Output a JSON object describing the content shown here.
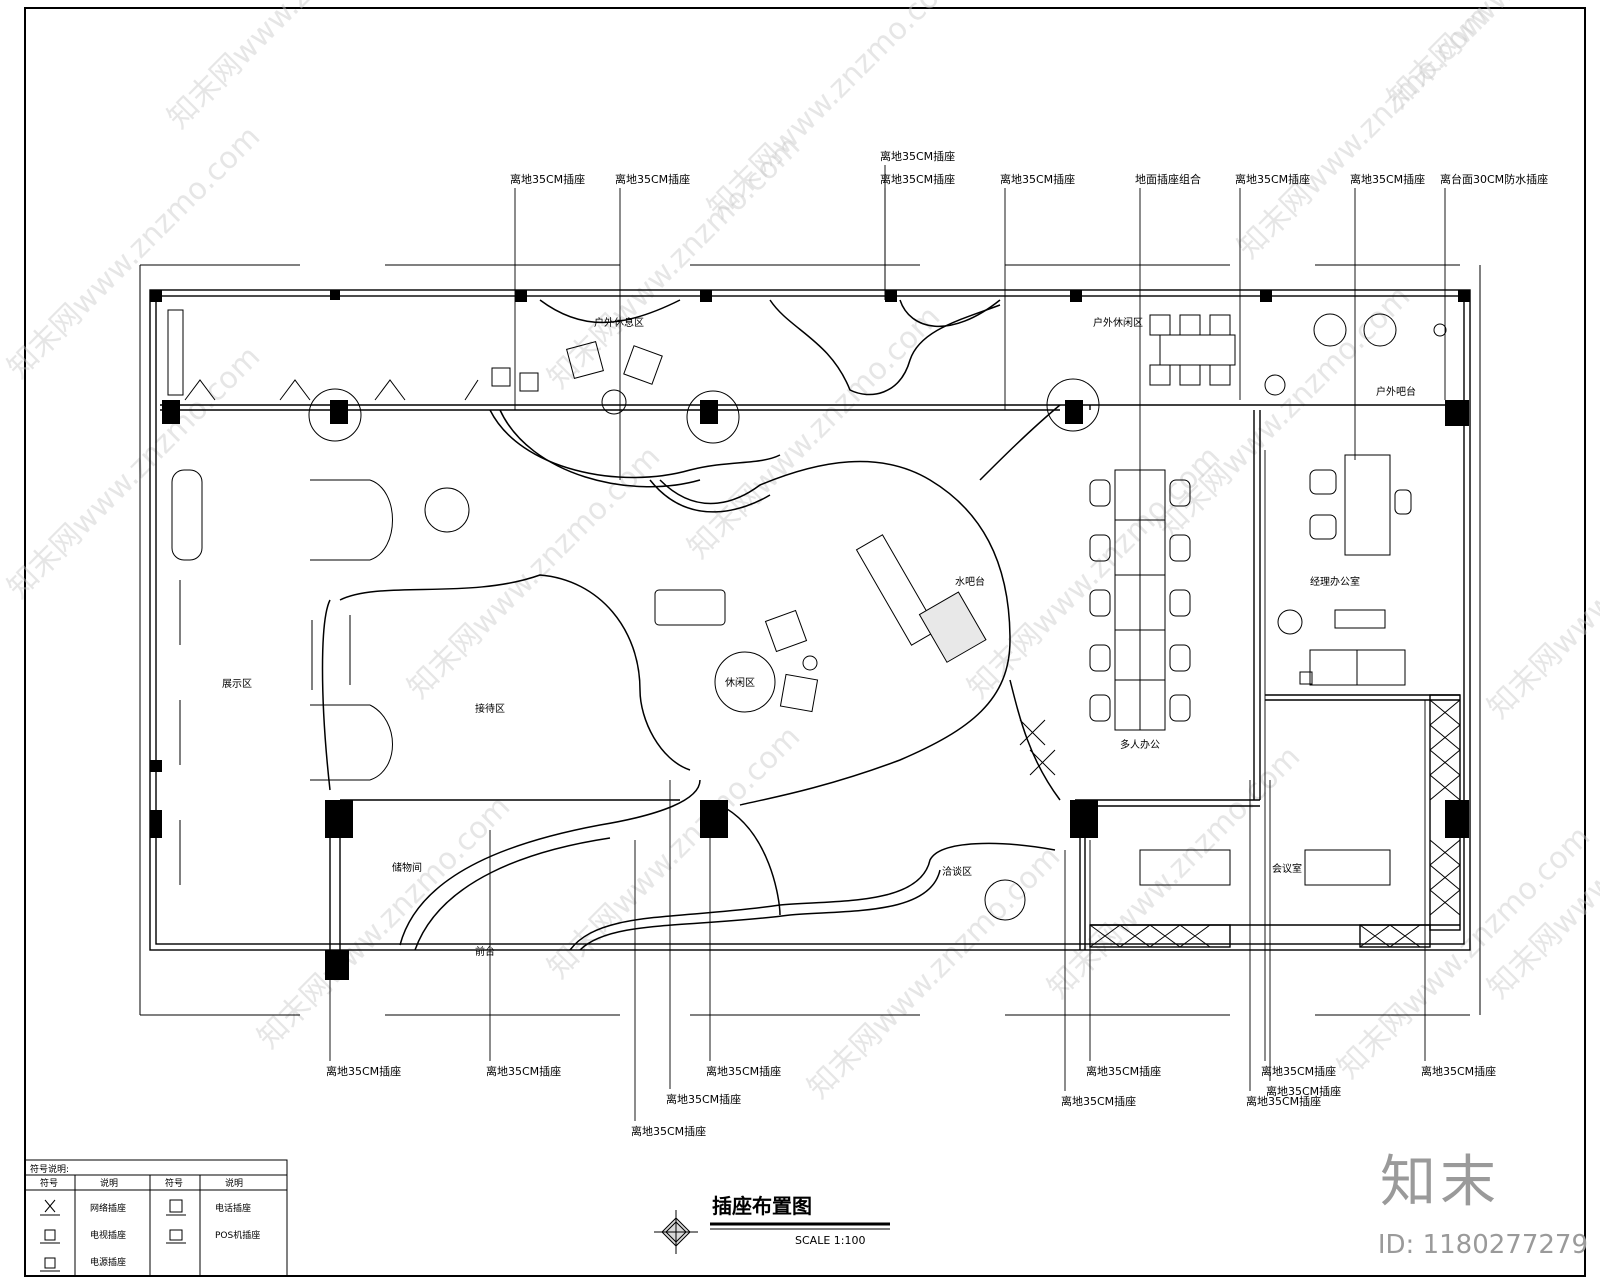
{
  "drawing": {
    "title": "插座布置图",
    "scale": "SCALE 1:100"
  },
  "callouts_top": [
    "离地35CM插座",
    "离地35CM插座",
    "离地35CM插座",
    "离地35CM插座",
    "离地35CM插座",
    "地面插座组合",
    "离地35CM插座",
    "离地35CM插座",
    "离台面30CM防水插座"
  ],
  "callouts_bottom": [
    "离地35CM插座",
    "离地35CM插座",
    "离地35CM插座",
    "离地35CM插座",
    "离地35CM插座",
    "离地35CM插座",
    "离地35CM插座",
    "离地35CM插座",
    "离地35CM插座",
    "离地35CM插座",
    "离地35CM插座"
  ],
  "rooms": [
    "户外休息区",
    "户外休闲区",
    "户外吧台",
    "展示区",
    "接待区",
    "休闲区",
    "水吧台",
    "多人办公",
    "经理办公室",
    "储物间",
    "前台",
    "洽谈区",
    "会议室"
  ],
  "legend": {
    "title": "符号说明:",
    "headers": [
      "符号",
      "说明",
      "符号",
      "说明"
    ],
    "rows": [
      [
        "网络插座",
        "电话插座"
      ],
      [
        "电视插座",
        "POS机插座"
      ],
      [
        "电源插座",
        ""
      ]
    ]
  },
  "watermark": {
    "text": "知末网www.znzmo.com",
    "brand": "知末",
    "id": "ID: 1180277279"
  }
}
